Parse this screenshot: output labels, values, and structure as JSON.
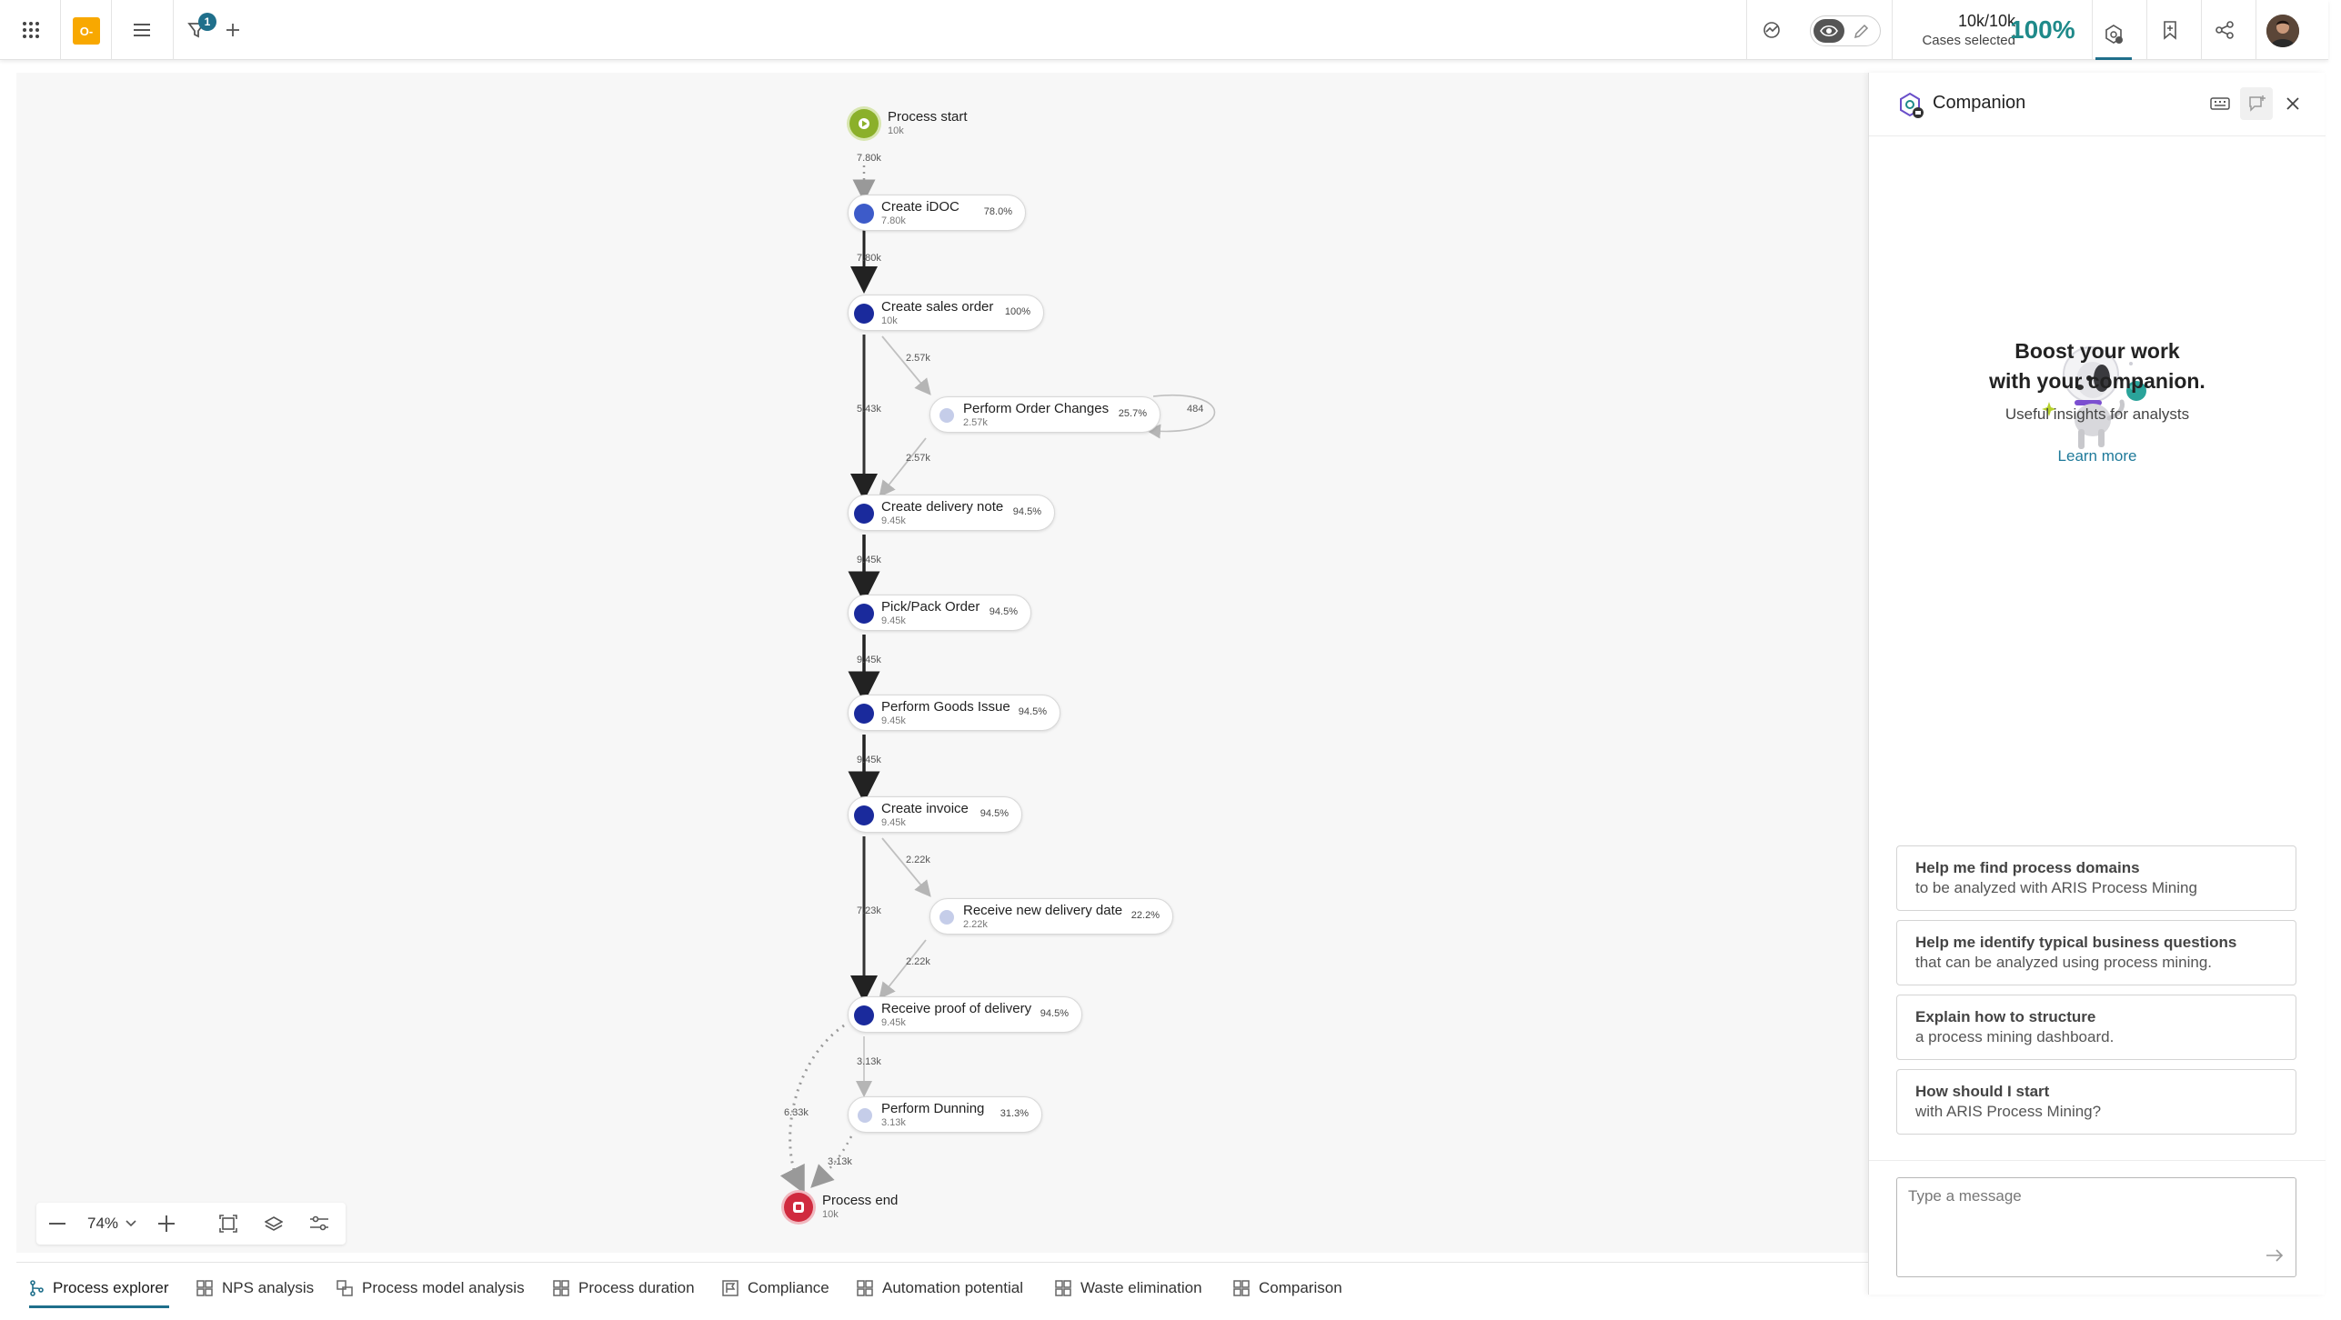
{
  "topbar": {
    "filter_badge": "1",
    "cases_count": "10k/10k",
    "cases_label": "Cases selected",
    "cases_percent": "100%",
    "logo_text": "O-"
  },
  "graph": {
    "start": {
      "name": "Process start",
      "count": "10k"
    },
    "end": {
      "name": "Process end",
      "count": "10k"
    },
    "nodes": [
      {
        "name": "Create iDOC",
        "count": "7.80k",
        "percent": "78.0%"
      },
      {
        "name": "Create sales order",
        "count": "10k",
        "percent": "100%"
      },
      {
        "name": "Perform Order Changes",
        "count": "2.57k",
        "percent": "25.7%"
      },
      {
        "name": "Create delivery note",
        "count": "9.45k",
        "percent": "94.5%"
      },
      {
        "name": "Pick/Pack Order",
        "count": "9.45k",
        "percent": "94.5%"
      },
      {
        "name": "Perform Goods Issue",
        "count": "9.45k",
        "percent": "94.5%"
      },
      {
        "name": "Create invoice",
        "count": "9.45k",
        "percent": "94.5%"
      },
      {
        "name": "Receive new delivery date",
        "count": "2.22k",
        "percent": "22.2%"
      },
      {
        "name": "Receive proof of delivery",
        "count": "9.45k",
        "percent": "94.5%"
      },
      {
        "name": "Perform Dunning",
        "count": "3.13k",
        "percent": "31.3%"
      }
    ],
    "edge_labels": {
      "start_idoc": "7.80k",
      "idoc_sales": "7.80k",
      "sales_changes": "2.57k",
      "sales_delivery": "5.43k",
      "changes_loop": "484",
      "changes_delivery": "2.57k",
      "delivery_pick": "9.45k",
      "pick_goods": "9.45k",
      "goods_invoice": "9.45k",
      "invoice_newdate": "2.22k",
      "invoice_proof": "7.23k",
      "newdate_proof": "2.22k",
      "proof_dunning": "3.13k",
      "proof_end": "6.33k",
      "dunning_end": "3.13k"
    },
    "colors": {
      "strong": "#1a2a9c",
      "medium": "#3d5bc9",
      "light": "#c5cde9",
      "start": "#8bb02a",
      "end": "#d02a3e"
    }
  },
  "zoom": {
    "level": "74%"
  },
  "tabs": [
    {
      "label": "Process explorer",
      "icon": "process-explorer-icon"
    },
    {
      "label": "NPS analysis",
      "icon": "dashboard-icon"
    },
    {
      "label": "Process model analysis",
      "icon": "model-analysis-icon"
    },
    {
      "label": "Process duration",
      "icon": "dashboard-icon"
    },
    {
      "label": "Compliance",
      "icon": "flag-icon"
    },
    {
      "label": "Automation potential",
      "icon": "dashboard-icon"
    },
    {
      "label": "Waste elimination",
      "icon": "dashboard-icon"
    },
    {
      "label": "Comparison",
      "icon": "dashboard-icon"
    }
  ],
  "companion": {
    "title": "Companion",
    "headline_1": "Boost your work",
    "headline_2": "with your companion.",
    "subtitle": "Useful insights for analysts",
    "learn_more": "Learn more",
    "suggestions": [
      {
        "a": "Help me find process domains",
        "b": "to be analyzed with ARIS Process Mining"
      },
      {
        "a": "Help me identify typical business questions",
        "b": "that can be analyzed using process mining."
      },
      {
        "a": "Explain how to structure",
        "b": "a process mining dashboard."
      },
      {
        "a": "How should I start",
        "b": "with ARIS Process Mining?"
      }
    ],
    "message_placeholder": "Type a message"
  }
}
